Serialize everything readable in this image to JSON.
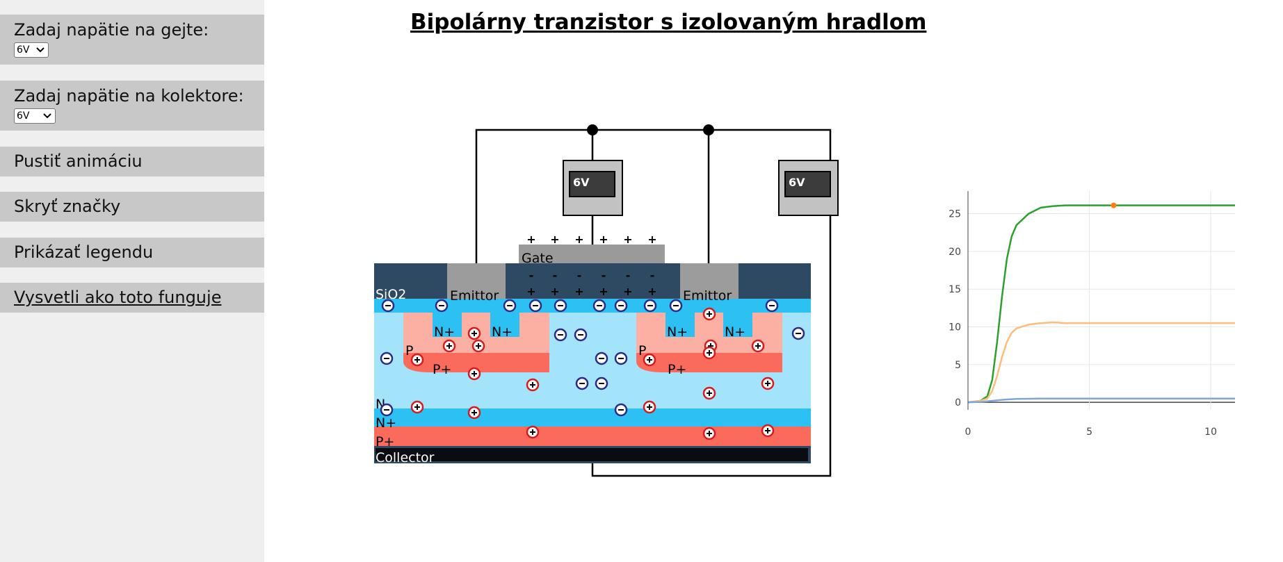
{
  "page": {
    "title": "Bipolárny tranzistor s izolovaným hradlom"
  },
  "sidebar": {
    "gate_voltage": {
      "label": "Zadaj napätie na gejte:",
      "selected": "6V"
    },
    "collector_voltage": {
      "label": "Zadaj napätie na kolektore:",
      "selected": "6V"
    },
    "buttons": {
      "play": "Pustiť animáciu",
      "hide_marks": "Skryť značky",
      "show_legend": "Prikázať legendu",
      "explain": "Vysvetli ako toto funguje"
    }
  },
  "circuit": {
    "meter_gate": "6V",
    "meter_collector": "6V",
    "labels": {
      "gate": "Gate",
      "sio2": "SiO2",
      "emitter_left": "Emittor",
      "emitter_right": "Emittor",
      "nplus_1": "N+",
      "nplus_2": "N+",
      "nplus_3": "N+",
      "nplus_4": "N+",
      "p_left": "P",
      "p_right": "P",
      "pplus_left": "P+",
      "pplus_right": "P+",
      "n_minus": "N-",
      "n_plus_layer": "N+",
      "p_plus_layer": "P+",
      "collector": "Collector"
    },
    "colors": {
      "oxide": "#2e4a62",
      "gate": "#9a9a9a",
      "n_minus": "#a3e4fb",
      "n_plus": "#2cc1f2",
      "p": "#fbb0a3",
      "p_plus": "#fb6b5c",
      "collector": "#0b0b12"
    }
  },
  "chart_data": {
    "type": "line",
    "x_ticks": [
      "0",
      "5",
      "10"
    ],
    "y_ticks": [
      "0",
      "5",
      "10",
      "15",
      "20",
      "25"
    ],
    "xlim": [
      0,
      11
    ],
    "ylim": [
      -1,
      28
    ],
    "grid": true,
    "series": [
      {
        "color": "#2ca02c",
        "x": [
          0,
          0.5,
          0.8,
          1.0,
          1.2,
          1.4,
          1.6,
          1.8,
          2.0,
          2.5,
          3.0,
          3.5,
          4.0,
          4.5,
          5.0,
          5.5,
          6.0,
          8.0,
          11.0
        ],
        "y": [
          0,
          0.2,
          0.8,
          3,
          8,
          14,
          19,
          22,
          23.5,
          25,
          25.8,
          26,
          26.1,
          26.1,
          26.1,
          26.1,
          26.1,
          26.1,
          26.1
        ]
      },
      {
        "color": "#ffbb78",
        "x": [
          0,
          0.5,
          0.8,
          1.0,
          1.2,
          1.4,
          1.6,
          1.8,
          2.0,
          2.5,
          3.0,
          3.5,
          4.0,
          6.0,
          11.0
        ],
        "y": [
          0,
          0.2,
          0.5,
          1.5,
          3.5,
          6,
          8,
          9.2,
          9.8,
          10.3,
          10.5,
          10.6,
          10.5,
          10.5,
          10.5
        ]
      },
      {
        "color": "#7da7d9",
        "x": [
          0,
          0.5,
          1.0,
          1.5,
          2.0,
          3.0,
          4.0,
          11.0
        ],
        "y": [
          0,
          0.05,
          0.2,
          0.35,
          0.45,
          0.5,
          0.5,
          0.5
        ]
      }
    ],
    "marker": {
      "x": 6,
      "y": 26.1,
      "color": "#ff7f0e"
    }
  }
}
